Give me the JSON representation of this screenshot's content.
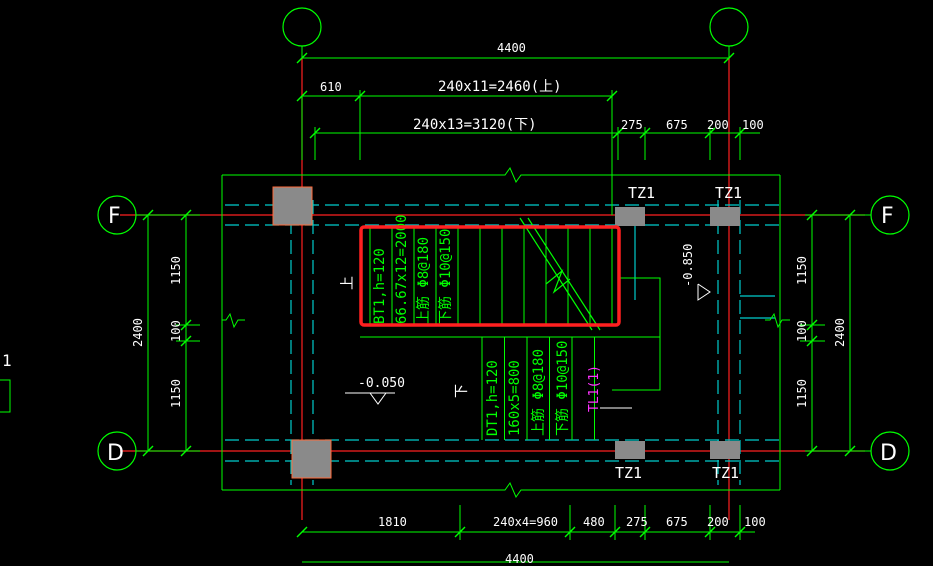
{
  "axes": {
    "top_left": "",
    "top_right": "",
    "F_left": "F",
    "F_right": "F",
    "D_left": "D",
    "D_right": "D",
    "left_edge_mark": "1"
  },
  "dimensions": {
    "top_total": "4400",
    "top_610": "610",
    "top_upper_flight": "240x11=2460(上)",
    "top_lower_flight": "240x13=3120(下)",
    "top_275": "275",
    "top_675": "675",
    "top_200": "200",
    "top_100": "100",
    "bottom_1810": "1810",
    "bottom_flight": "240x4=960",
    "bottom_480": "480",
    "bottom_275": "275",
    "bottom_675": "675",
    "bottom_200": "200",
    "bottom_100": "100",
    "bottom_total": "4400",
    "left_1150_top": "1150",
    "left_100": "100",
    "left_1150_bottom": "1150",
    "left_total": "2400",
    "right_1150_top": "1150",
    "right_100": "100",
    "right_1150_bottom": "1150",
    "right_total": "2400"
  },
  "columns": {
    "tz1_top_mid": "TZ1",
    "tz1_top_right": "TZ1",
    "tz1_bottom_mid": "TZ1",
    "tz1_bottom_right": "TZ1"
  },
  "elevations": {
    "landing": "-0.850",
    "floor": "-0.050"
  },
  "stair_labels": {
    "up_mark": "上",
    "down_mark": "下",
    "bt1_line1": "BT1,h=120",
    "bt1_line2": "66.67x12=2000",
    "bt1_line3": "上筋 Φ8@180",
    "bt1_line4": "下筋 Φ10@150",
    "dt1_line1": "DT1,h=120",
    "dt1_line2": "160x5=800",
    "dt1_line3": "上筋 Φ8@180",
    "dt1_line4": "下筋 Φ10@150",
    "beam": "TL1(1)"
  },
  "colors": {
    "background": "#000000",
    "axis_line": "#ff2020",
    "dimension": "#00ff00",
    "wall": "#00ffff",
    "column_fill": "#8a8a8a",
    "highlight": "#ff2020",
    "text": "#ffffff",
    "beam_text": "#ff33ff"
  }
}
